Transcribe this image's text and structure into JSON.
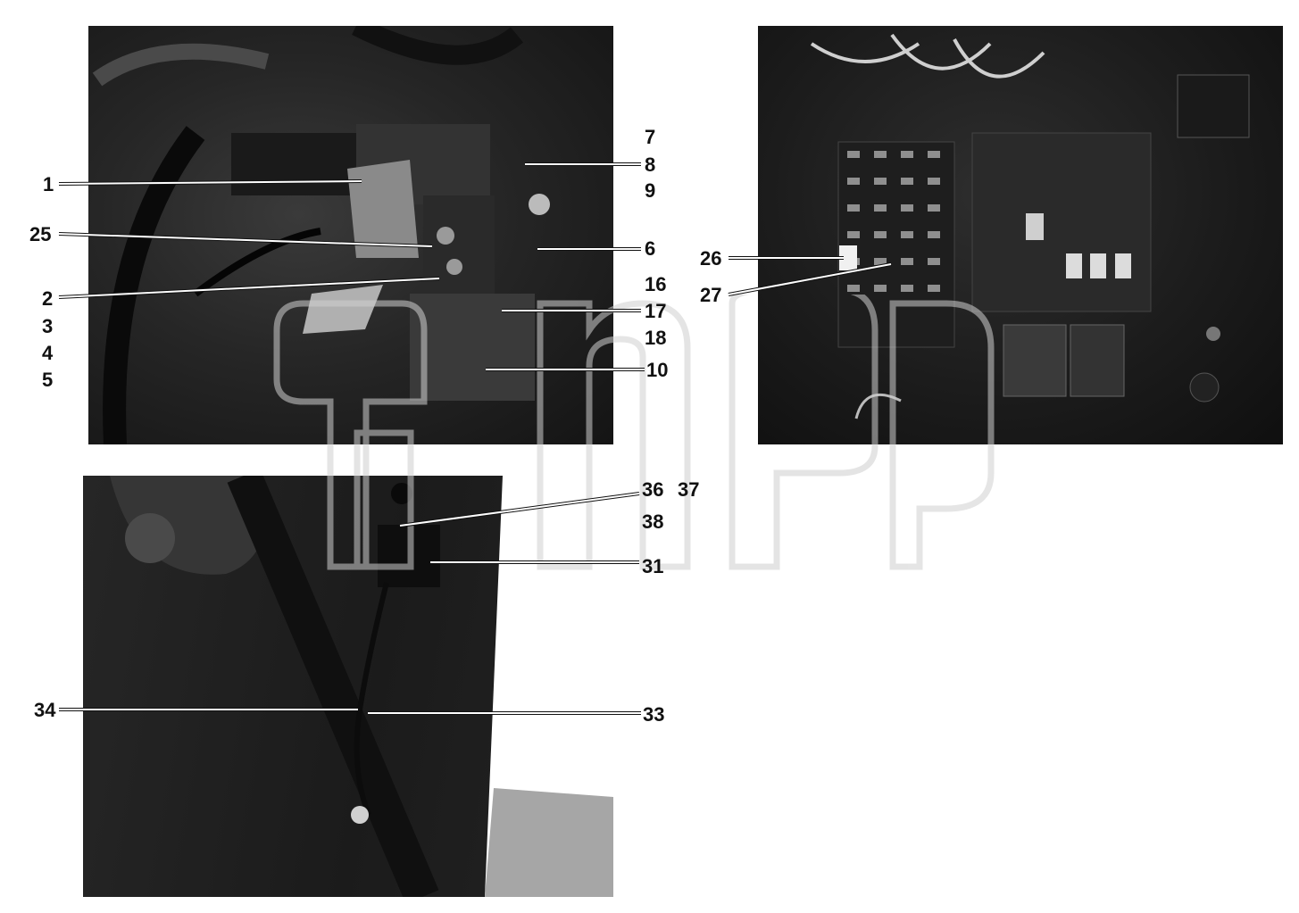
{
  "callouts": {
    "c1": "1",
    "c25": "25",
    "c2": "2",
    "c3": "3",
    "c4": "4",
    "c5": "5",
    "c7": "7",
    "c8": "8",
    "c9": "9",
    "c6": "6",
    "c16": "16",
    "c17": "17",
    "c18": "18",
    "c10": "10",
    "c26": "26",
    "c27": "27",
    "c36": "36",
    "c37": "37",
    "c38": "38",
    "c31": "31",
    "c34": "34",
    "c33": "33"
  },
  "colors": {
    "line": "#ffffff",
    "label": "#111111",
    "watermark": "#cfcfcf"
  }
}
